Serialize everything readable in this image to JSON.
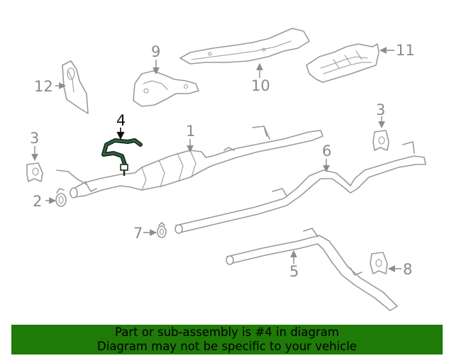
{
  "diagram": {
    "callouts": [
      {
        "number": "1"
      },
      {
        "number": "2"
      },
      {
        "number": "3"
      },
      {
        "number": "3"
      },
      {
        "number": "4"
      },
      {
        "number": "5"
      },
      {
        "number": "6"
      },
      {
        "number": "7"
      },
      {
        "number": "8"
      },
      {
        "number": "9"
      },
      {
        "number": "10"
      },
      {
        "number": "11"
      },
      {
        "number": "12"
      }
    ],
    "highlighted_part": "4",
    "colors": {
      "part_stroke": "#9a9a9a",
      "callout_text": "#8a8a8a",
      "highlight": "#2f6b3b",
      "banner_background": "#1f7a08"
    }
  },
  "banner": {
    "line1": "Part or sub-assembly is #4 in diagram",
    "line2": "Diagram may not be specific to your vehicle"
  }
}
